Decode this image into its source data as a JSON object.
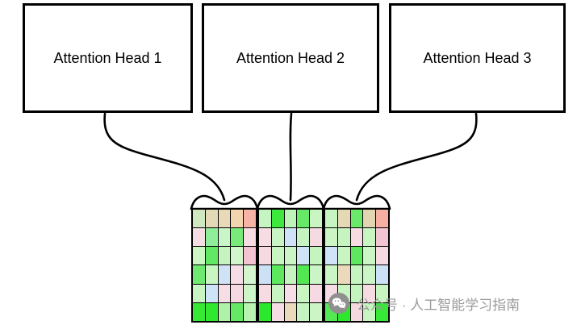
{
  "boxes": [
    {
      "label": "Attention Head 1"
    },
    {
      "label": "Attention Head 2"
    },
    {
      "label": "Attention Head 3"
    }
  ],
  "grids": [
    {
      "cells": [
        [
          "#cfe8c0",
          "#e3d9b6",
          "#ead9b9",
          "#f2d4ae",
          "#f6b3a6"
        ],
        [
          "#f6dde4",
          "#8fee9a",
          "#c9f6c9",
          "#79ea79",
          "#f8dce3"
        ],
        [
          "#ccf6c3",
          "#62e862",
          "#c6f4c0",
          "#d2f6cc",
          "#f3c3d2"
        ],
        [
          "#6fe96f",
          "#c9f5c3",
          "#cfe2f6",
          "#f6dce6",
          "#d3f6ce"
        ],
        [
          "#c9f4c4",
          "#cfe3f8",
          "#f7dee6",
          "#f5d8e2",
          "#cdf5c8"
        ],
        [
          "#35e935",
          "#2fe82f",
          "#aef2a8",
          "#64e964",
          "#b9f3b2"
        ]
      ]
    },
    {
      "cells": [
        [
          "#c5f5c0",
          "#3de93d",
          "#bdf4b8",
          "#66e966",
          "#c8f5c2"
        ],
        [
          "#f7dce4",
          "#c9f5c4",
          "#cfe2f7",
          "#c6f4c1",
          "#f6dae2"
        ],
        [
          "#f6d9e1",
          "#c9f5c3",
          "#ccf5c6",
          "#cfe3f7",
          "#c5f4bf"
        ],
        [
          "#cde1f6",
          "#5ee85e",
          "#c6f4c0",
          "#52e852",
          "#cbf5c6"
        ],
        [
          "#f6dbe3",
          "#c7f4c1",
          "#f7dde5",
          "#c9f5c3",
          "#f6d9e2"
        ],
        [
          "#2ce82c",
          "#f6dce4",
          "#ead9bb",
          "#c6f4c1",
          "#cbf5c5"
        ]
      ]
    },
    {
      "cells": [
        [
          "#c7f5c1",
          "#e5d8b5",
          "#6ae96a",
          "#e2d5b2",
          "#f6b0a3"
        ],
        [
          "#cbf5c5",
          "#c5f4c0",
          "#f6dbe3",
          "#c9f5c3",
          "#f3c5d2"
        ],
        [
          "#cfe2f7",
          "#c8f5c2",
          "#5fe85f",
          "#cbf5c5",
          "#f6dae2"
        ],
        [
          "#caf5c4",
          "#ead9ba",
          "#c6f4c0",
          "#ccf5c7",
          "#cde1f6"
        ],
        [
          "#f6dce4",
          "#c8f5c2",
          "#c5f4bf",
          "#f6dbe3",
          "#c9f5c3"
        ],
        [
          "#54e854",
          "#2ee82e",
          "#f5d9e1",
          "#c7f4c1",
          "#36e936"
        ]
      ]
    }
  ],
  "watermark": {
    "text": "公众号 · 人工智能学习指南"
  },
  "colors": {
    "line": "#000000",
    "box_border": "#000000",
    "background": "#ffffff",
    "watermark_text": "#9b9b9b",
    "watermark_icon": "#8f8f8f"
  }
}
